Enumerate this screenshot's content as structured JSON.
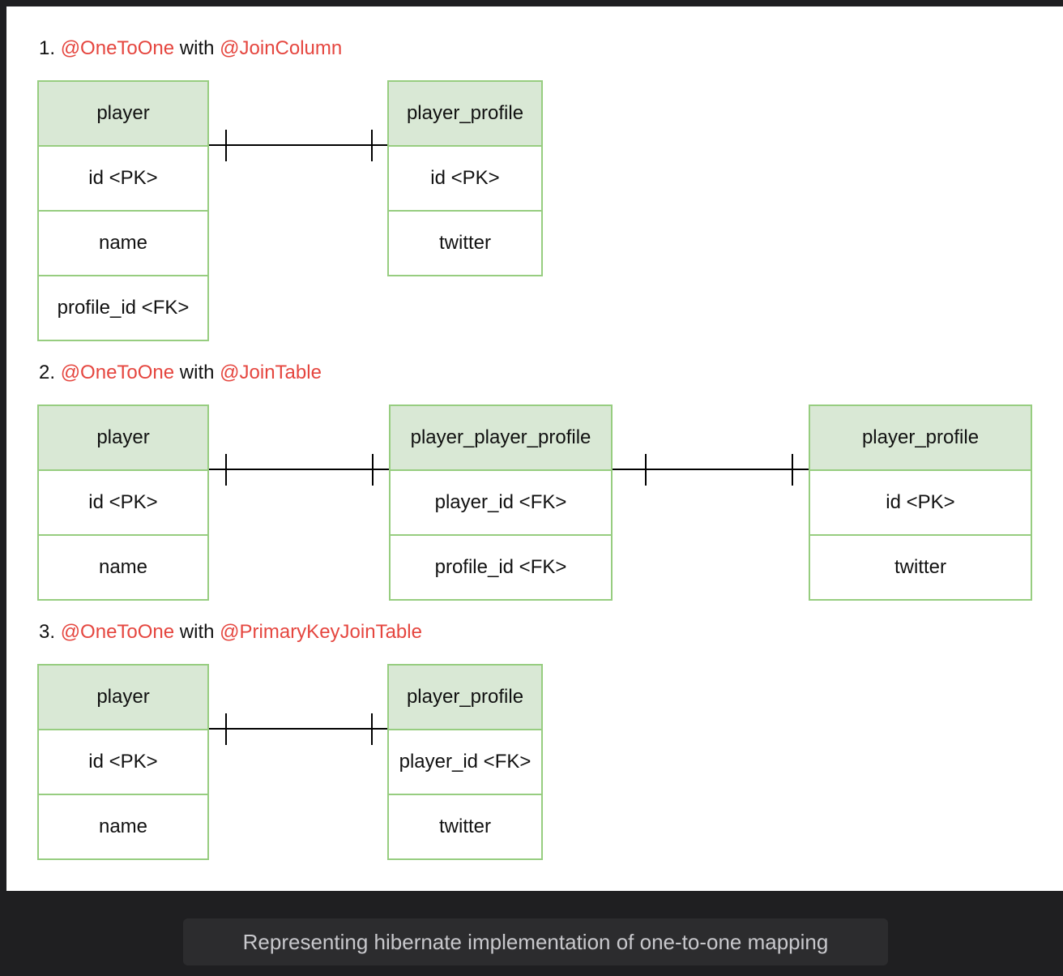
{
  "sections": [
    {
      "number": "1.",
      "annotation": "@OneToOne",
      "connector": "with",
      "join": "@JoinColumn",
      "entities": [
        {
          "name": "player",
          "fields": [
            "id <PK>",
            "name",
            "profile_id <FK>"
          ]
        },
        {
          "name": "player_profile",
          "fields": [
            "id <PK>",
            "twitter"
          ]
        }
      ]
    },
    {
      "number": "2.",
      "annotation": "@OneToOne",
      "connector": "with",
      "join": "@JoinTable",
      "entities": [
        {
          "name": "player",
          "fields": [
            "id <PK>",
            "name"
          ]
        },
        {
          "name": "player_player_profile",
          "fields": [
            "player_id <FK>",
            "profile_id <FK>"
          ]
        },
        {
          "name": "player_profile",
          "fields": [
            "id <PK>",
            "twitter"
          ]
        }
      ]
    },
    {
      "number": "3.",
      "annotation": "@OneToOne",
      "connector": "with",
      "join": "@PrimaryKeyJoinTable",
      "entities": [
        {
          "name": "player",
          "fields": [
            "id <PK>",
            "name"
          ]
        },
        {
          "name": "player_profile",
          "fields": [
            "player_id <FK>",
            "twitter"
          ]
        }
      ]
    }
  ],
  "relationship": "one-to-one",
  "caption": "Representing hibernate implementation of one-to-one mapping",
  "colors": {
    "entity_border": "#97cd80",
    "entity_header_fill": "#d9e8d5",
    "annotation_text": "#e5463f",
    "background": "#1f1f21",
    "caption_box": "#2c2c2e"
  }
}
